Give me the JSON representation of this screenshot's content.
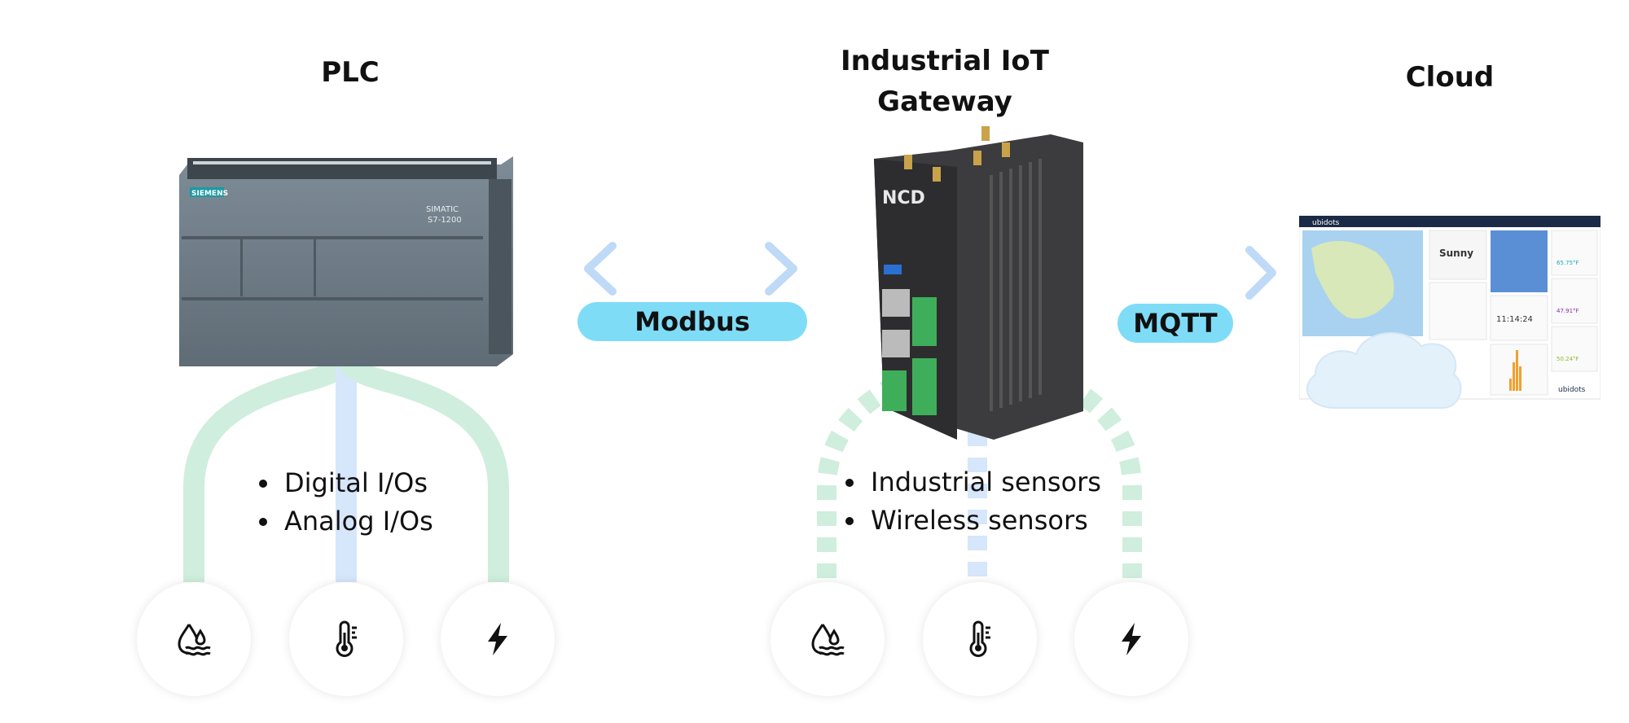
{
  "nodes": {
    "plc": {
      "title": "PLC",
      "brand_label": "SIEMENS",
      "model_label": "SIMATIC",
      "series_label": "S7-1200",
      "bullets": [
        "Digital I/Os",
        "Analog I/Os"
      ]
    },
    "gateway": {
      "title_line1": "Industrial IoT",
      "title_line2": "Gateway",
      "logo_text": "NCD",
      "bullets": [
        "Industrial sensors",
        "Wireless sensors"
      ]
    },
    "cloud": {
      "title": "Cloud",
      "dashboard": {
        "brand": "ubidots",
        "weather_label": "Sunny",
        "clock": "11:14:24",
        "readings": [
          "65.75°F",
          "47.91°F",
          "50.24°F"
        ],
        "footer_brand": "ubidots"
      }
    }
  },
  "connections": {
    "plc_gateway": "Modbus",
    "gateway_cloud": "MQTT"
  },
  "sensor_icons": {
    "plc": [
      "water-drop-icon",
      "thermometer-icon",
      "lightning-icon"
    ],
    "gateway": [
      "water-drop-icon",
      "thermometer-icon",
      "lightning-icon"
    ]
  },
  "colors": {
    "pill": "#7fdcf7",
    "green_line": "#cfeedd",
    "blue_line": "#d6e6fb",
    "arrow_blue": "#bfdaf6",
    "cloud": "#e3f1fb"
  }
}
